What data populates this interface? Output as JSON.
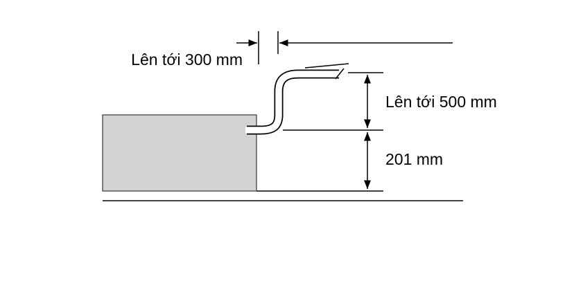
{
  "diagram": {
    "labels": {
      "top_300": "Lên tới 300 mm",
      "right_500": "Lên tới 500 mm",
      "right_201": "201 mm"
    },
    "colors": {
      "appliance_fill": "#d3d3d3",
      "appliance_stroke": "#58585b",
      "line": "#000000",
      "background": "#ffffff"
    }
  }
}
